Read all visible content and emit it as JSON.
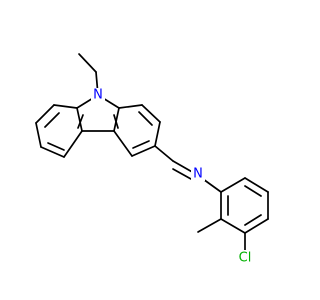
{
  "atoms": {
    "n_carbazole": {
      "symbol": "N",
      "color": "#0000ff"
    },
    "n_imine": {
      "symbol": "N",
      "color": "#0000ff"
    },
    "cl": {
      "symbol": "Cl",
      "color": "#00b000"
    }
  },
  "bond_color": "#000000",
  "background_color": "#ffffff"
}
